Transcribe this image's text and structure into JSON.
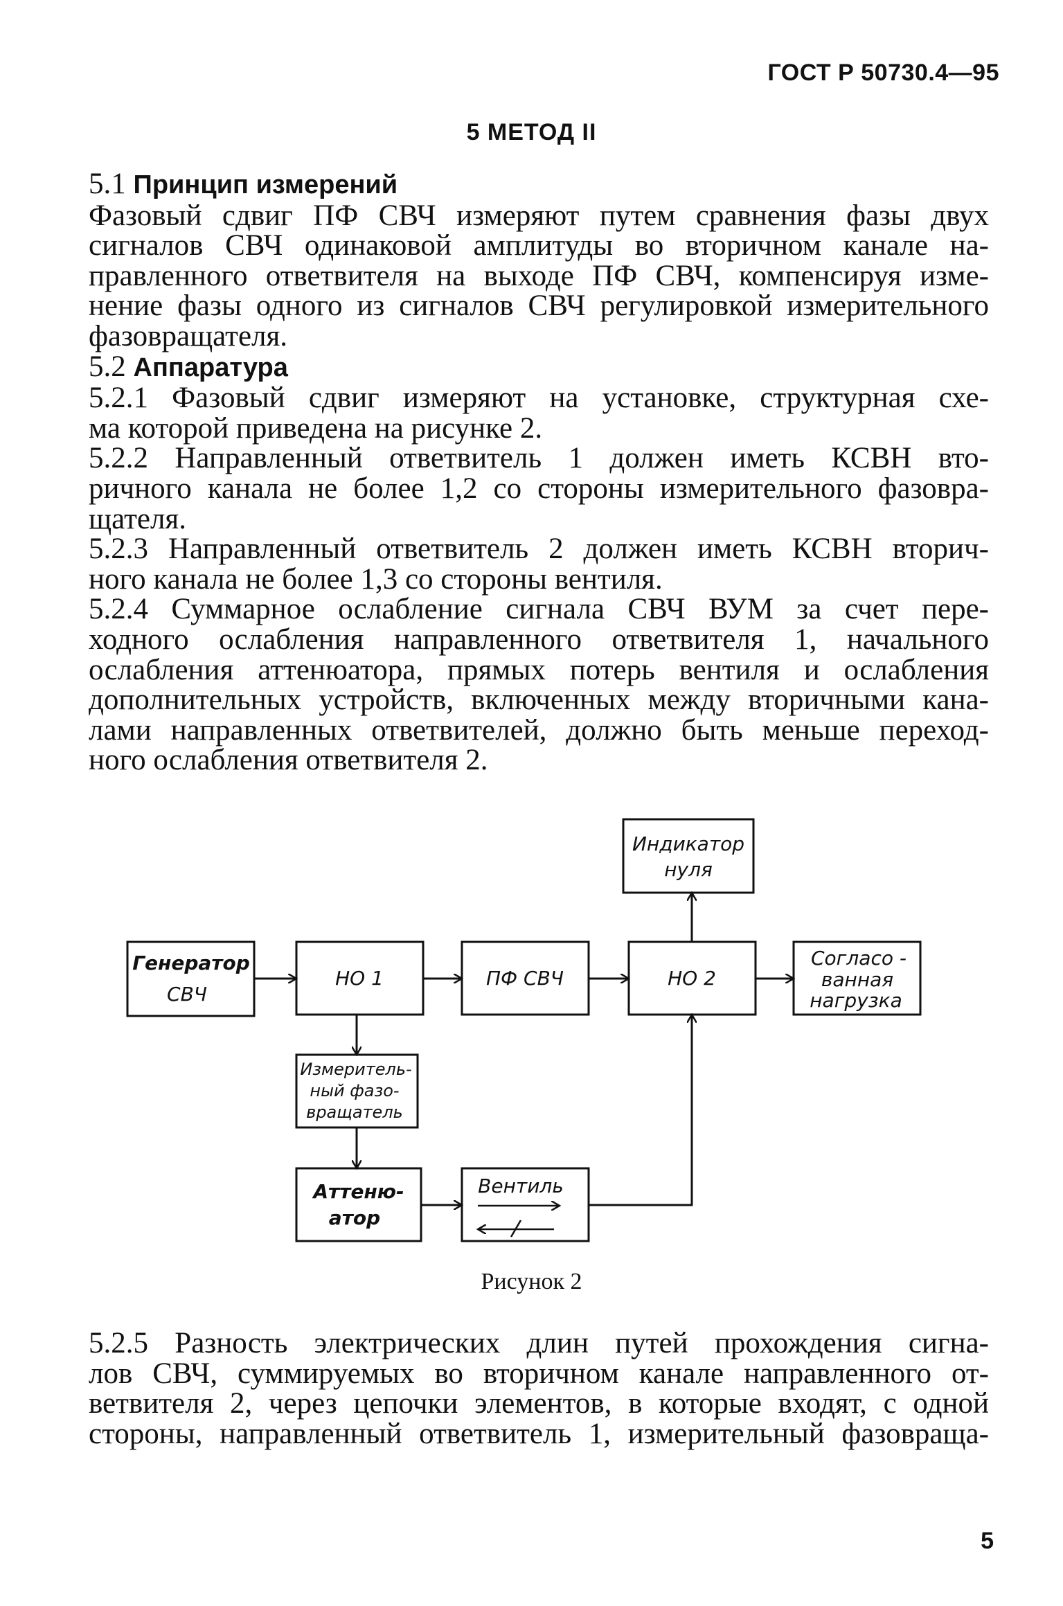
{
  "header": {
    "doc_code": "ГОСТ Р 50730.4—95"
  },
  "section_title": "5 МЕТОД II",
  "s51": {
    "number": "5.1",
    "heading": "Принцип измерений",
    "lines": [
      "Фазовый сдвиг ПФ СВЧ измеряют путем сравнения фазы двух",
      "сигналов СВЧ одинаковой амплитуды во вторичном канале на-",
      "правленного ответвителя на выходе ПФ СВЧ, компенсируя изме-",
      "нение фазы одного из сигналов СВЧ регулировкой измерительного",
      "фазовращателя."
    ]
  },
  "s52": {
    "number": "5.2",
    "heading": "Аппаратура"
  },
  "p521": {
    "lines": [
      "5.2.1 Фазовый сдвиг измеряют на установке, структурная схе-",
      "ма которой приведена на рисунке 2."
    ]
  },
  "p522": {
    "lines": [
      "5.2.2 Направленный ответвитель 1 должен иметь КСВН вто-",
      "ричного канала не более 1,2 со стороны измерительного фазовра-",
      "щателя."
    ]
  },
  "p523": {
    "lines": [
      "5.2.3 Направленный ответвитель 2 должен иметь КСВН вторич-",
      "ного канала не более 1,3 со стороны вентиля."
    ]
  },
  "p524": {
    "lines": [
      "5.2.4 Суммарное ослабление сигнала СВЧ ВУМ за счет пере-",
      "ходного ослабления направленного ответвителя 1, начального",
      "ослабления аттенюатора, прямых потерь вентиля и ослабления",
      "дополнительных устройств, включенных между вторичными кана-",
      "лами направленных ответвителей, должно быть меньше переход-",
      "ного ослабления ответвителя 2."
    ]
  },
  "diagram": {
    "blocks": {
      "generator": [
        "Генератор",
        "СВЧ"
      ],
      "no1": [
        "НО 1"
      ],
      "pf": [
        "ПФ СВЧ"
      ],
      "no2": [
        "НО 2"
      ],
      "load": [
        "Согласо -",
        "ванная",
        "нагрузка"
      ],
      "indicator": [
        "Индикатор",
        "нуля"
      ],
      "phase_shifter": [
        "Измеритель-",
        "ный фазо-",
        "вращатель"
      ],
      "attenuator": [
        "Аттеню-",
        "атор"
      ],
      "valve": [
        "Вентиль"
      ]
    }
  },
  "figure_caption": "Рисунок 2",
  "p525": {
    "lines": [
      "5.2.5 Разность электрических длин путей прохождения сигна-",
      "лов СВЧ, суммируемых во вторичном канале направленного от-",
      "ветвителя 2, через цепочки элементов, в которые входят, с одной",
      "стороны, направленный ответвитель 1, измерительный фазовраща-"
    ]
  },
  "page_number": "5"
}
